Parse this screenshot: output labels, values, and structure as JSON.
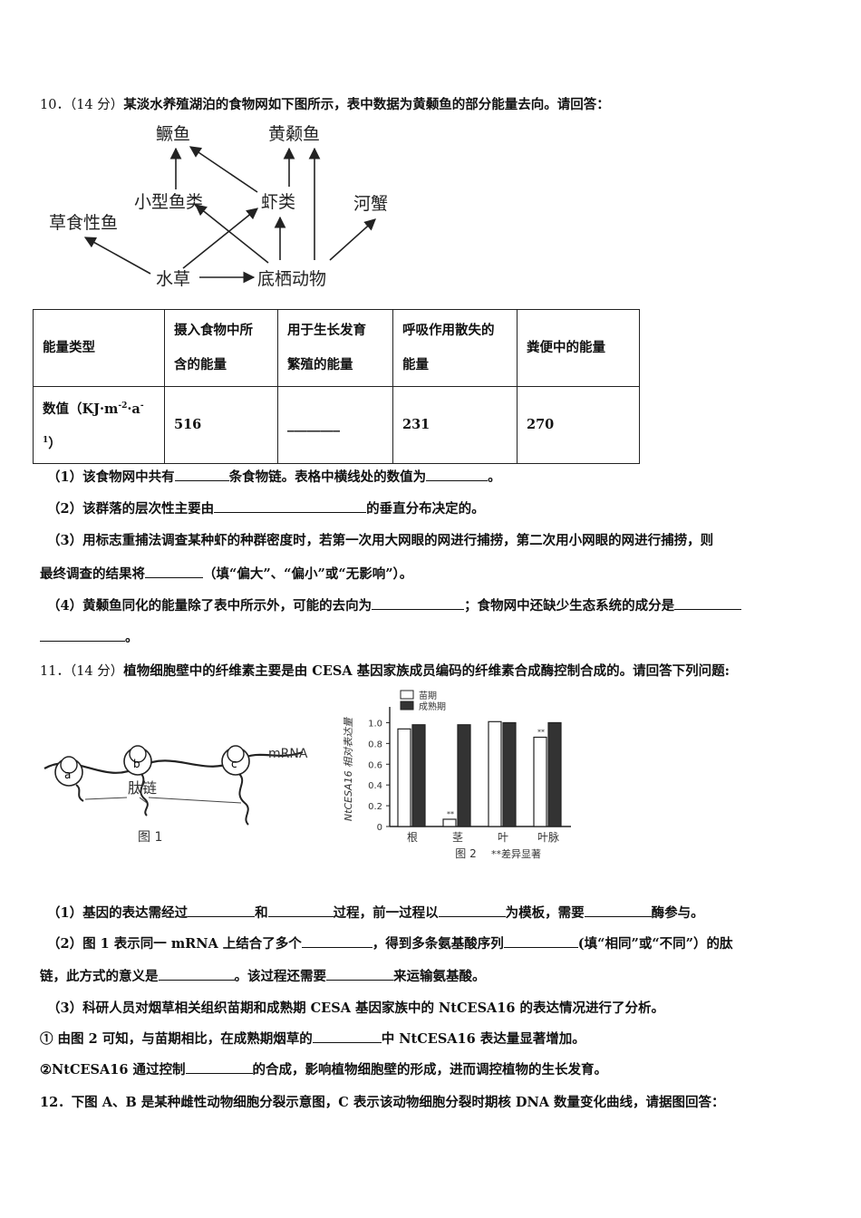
{
  "q10": {
    "num": "10．",
    "score": "（14 分）",
    "stem": "某淡水养殖湖泊的食物网如下图所示，表中数据为黄颡鱼的部分能量去向。请回答：",
    "foodweb": {
      "nodes": {
        "guiyu": "鳜鱼",
        "huangsangyu": "黄颡鱼",
        "xiaoxingyulei": "小型鱼类",
        "xialei": "虾类",
        "hexie": "河蟹",
        "caoshixingyu": "草食性鱼",
        "shuicao": "水草",
        "diqidongwu": "底栖动物"
      }
    },
    "table": {
      "headers": [
        "能量类型",
        "摄入食物中所含的能量",
        "用于生长发育繁殖的能量",
        "呼吸作用散失的能量",
        "粪便中的能量"
      ],
      "header_lines": [
        [
          "能量类型"
        ],
        [
          "摄入食物中所",
          "含的能量"
        ],
        [
          "用于生长发育",
          "繁殖的能量"
        ],
        [
          "呼吸作用散失的",
          "能量"
        ],
        [
          "粪便中的能量"
        ]
      ],
      "row_label_a": "数值（KJ·m",
      "row_label_sup1": "-2",
      "row_label_b": "·a",
      "row_label_sup2": "-",
      "row_label_sup3": "1",
      "row_label_c": "）",
      "values": [
        "516",
        "________",
        "231",
        "270"
      ]
    },
    "sub1_a": "（1）该食物网中共有",
    "sub1_b": "条食物链。表格中横线处的数值为",
    "sub1_c": "。",
    "sub2_a": "（2）该群落的层次性主要由",
    "sub2_b": "的垂直分布决定的。",
    "sub3_a": "（3）用标志重捕法调查某种虾的种群密度时，若第一次用大网眼的网进行捕捞，第二次用小网眼的网进行捕捞，则",
    "sub3_b": "最终调查的结果将",
    "sub3_c": "（填“偏大”、“偏小”或“无影响”）。",
    "sub4_a": "（4）黄颡鱼同化的能量除了表中所示外，可能的去向为",
    "sub4_b": "；食物网中还缺少生态系统的成分是",
    "sub4_c": "。"
  },
  "q11": {
    "num": "11．",
    "score": "（14 分）",
    "stem": "植物细胞壁中的纤维素主要是由 CESA 基因家族成员编码的纤维素合成酶控制合成的。请回答下列问题:",
    "fig1": {
      "ribosomes": [
        "a",
        "b",
        "c"
      ],
      "mrna": "mRNA",
      "peptide": "肽链",
      "caption": "图 1"
    },
    "fig2": {
      "caption": "图 2",
      "note": "**差异显著",
      "sig": "**"
    },
    "sub1_a": "（1）基因的表达需经过",
    "sub1_b": "和",
    "sub1_c": "过程，前一过程以",
    "sub1_d": "为模板，需要",
    "sub1_e": "酶参与。",
    "sub2_a": "（2）图 1 表示同一 mRNA 上结合了多个",
    "sub2_b": "，得到多条氨基酸序列",
    "sub2_c": "(填“相同”或“不同”）的肽",
    "sub2_d": "链，此方式的意义是",
    "sub2_e": "。该过程还需要",
    "sub2_f": "来运输氨基酸。",
    "sub3": "（3）科研人员对烟草相关组织苗期和成熟期 CESA 基因家族中的 NtCESA16 的表达情况进行了分析。",
    "sub3_1a": "① 由图 2 可知，与苗期相比，在成熟期烟草的",
    "sub3_1b": "中 NtCESA16 表达量显著增加。",
    "sub3_2a": "②NtCESA16 通过控制",
    "sub3_2b": "的合成，影响植物细胞壁的形成，进而调控植物的生长发育。"
  },
  "q12": {
    "num": "12．",
    "stem": "下图 A、B 是某种雌性动物细胞分裂示意图，C 表示该动物细胞分裂时期核 DNA 数量变化曲线，请据图回答："
  },
  "chart_data": {
    "type": "bar",
    "categories": [
      "根",
      "茎",
      "叶",
      "叶脉"
    ],
    "series": [
      {
        "name": "苗期",
        "values": [
          0.94,
          0.07,
          1.01,
          0.86
        ],
        "color": "#ffffff"
      },
      {
        "name": "成熟期",
        "values": [
          0.98,
          0.98,
          1.0,
          1.0
        ],
        "color": "#333333"
      }
    ],
    "ylabel": "NtCESA16 相对表达量",
    "yticks": [
      "0",
      "0.2",
      "0.4",
      "0.6",
      "0.8",
      "1.0"
    ],
    "ylim": [
      0,
      1.1
    ],
    "significance_categories": [
      "茎",
      "叶脉"
    ],
    "legend": "top"
  }
}
